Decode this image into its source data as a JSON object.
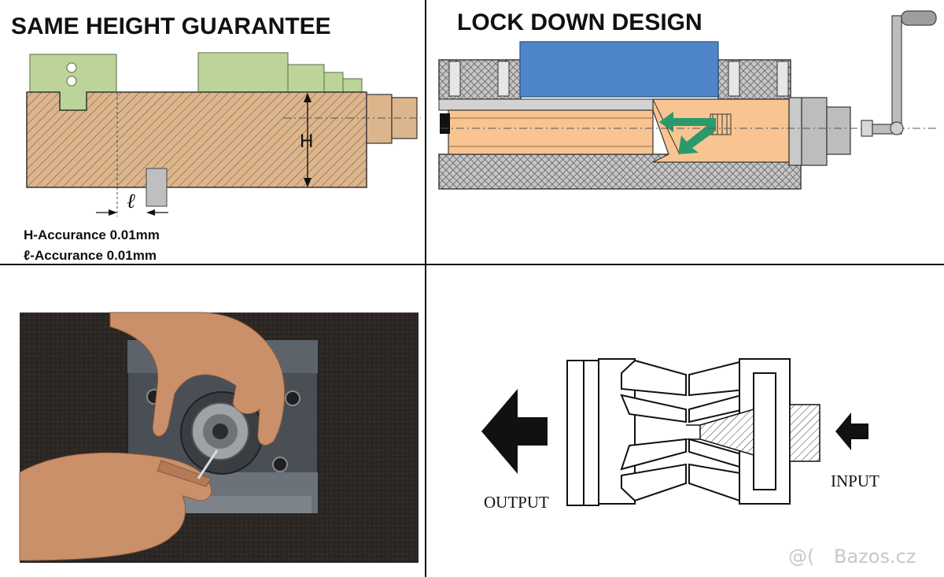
{
  "panels": {
    "same_height": {
      "title": "SAME HEIGHT GUARANTEE",
      "dim_h": "H",
      "dim_l": "ℓ",
      "spec_h": "H-Accurance 0.01mm",
      "spec_l": "ℓ-Accurance 0.01mm"
    },
    "lock_down": {
      "title": "LOCK DOWN DESIGN"
    },
    "photo": {},
    "wedge": {
      "output_label": "OUTPUT",
      "input_label": "INPUT"
    }
  },
  "watermark": {
    "text": "Bazos.cz"
  },
  "colors": {
    "jaw_green": "#bcd49a",
    "body_tan": "#dcb58c",
    "block_blue": "#4f85c9",
    "orange": "#f7c492",
    "arrow_green": "#2a9a6c",
    "hatch_gray": "#9a9a9a"
  }
}
